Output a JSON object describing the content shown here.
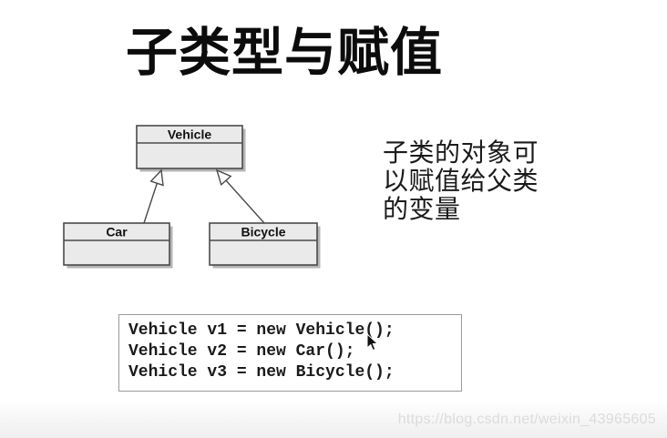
{
  "slide": {
    "title": "子类型与赋值",
    "note_lines": [
      "子类的对象可",
      "以赋值给父类",
      "的变量"
    ],
    "note_full": "子类的对象可以赋值给父类的变量"
  },
  "diagram": {
    "type": "uml-class-diagram",
    "classes": [
      {
        "name": "Vehicle"
      },
      {
        "name": "Car"
      },
      {
        "name": "Bicycle"
      }
    ],
    "relations": [
      {
        "from": "Car",
        "to": "Vehicle",
        "type": "generalization"
      },
      {
        "from": "Bicycle",
        "to": "Vehicle",
        "type": "generalization"
      }
    ]
  },
  "code": {
    "lines": [
      "Vehicle v1 = new Vehicle();",
      "Vehicle v2 = new Car();",
      "Vehicle v3 = new Bicycle();"
    ]
  },
  "watermark": {
    "text": "https://blog.csdn.net/weixin_43965605"
  },
  "colors": {
    "class_box_fill": "#eaeaea",
    "class_box_border": "#4a4a4a",
    "class_box_shadow": "#b5b5b5",
    "code_box_border": "#9a9a9a",
    "title_text": "#0c0c0c",
    "watermark_text": "#e2e2e2"
  }
}
